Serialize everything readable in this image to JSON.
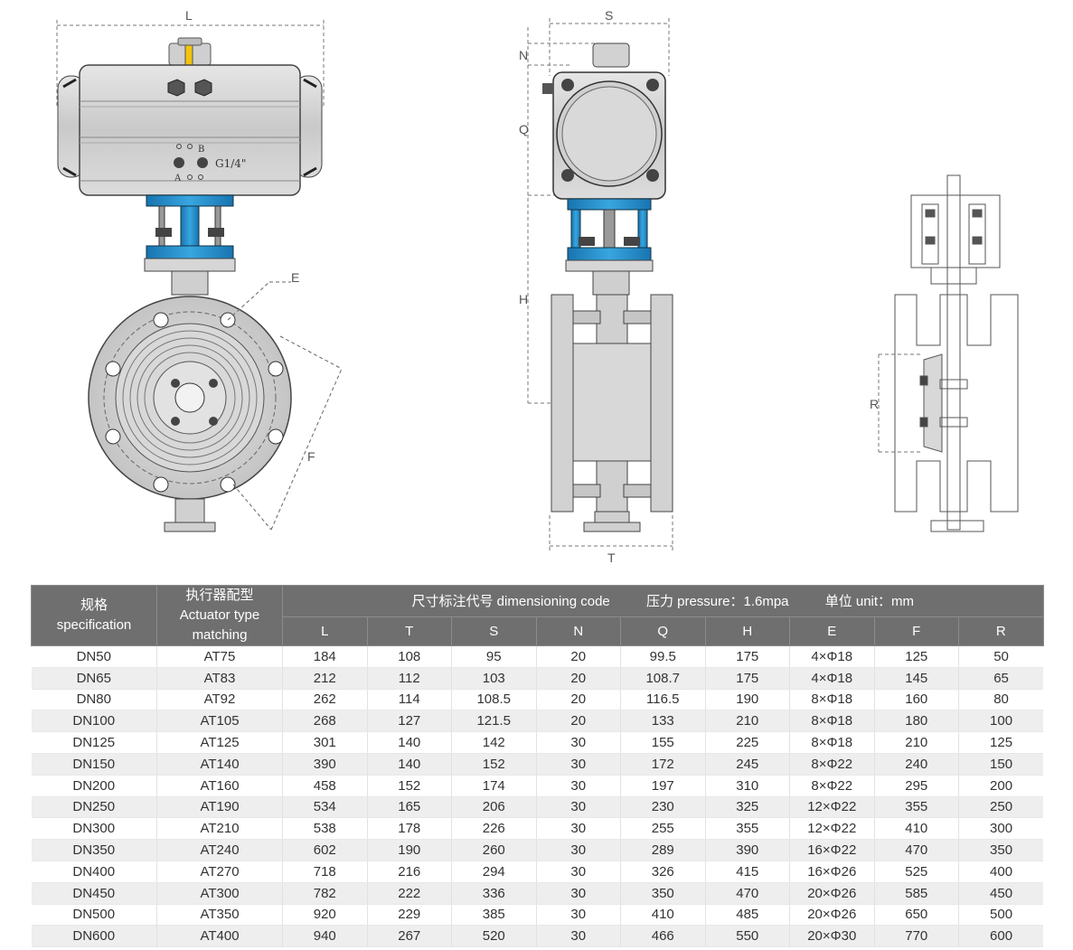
{
  "dim_labels": {
    "L": "L",
    "S": "S",
    "N": "N",
    "Q": "Q",
    "H": "H",
    "T": "T",
    "E": "E",
    "F": "F",
    "R": "R"
  },
  "actuator_label": {
    "port_a": "A",
    "port_b": "B",
    "thread": "G1/4\""
  },
  "colors": {
    "valve_body": "#d0d0d0",
    "mount_blue": "#1f8fd0",
    "table_header": "#6f6f6f",
    "row_alt": "#eeeeee"
  },
  "table": {
    "header": {
      "spec_cn": "规格",
      "spec_en": "specification",
      "actuator_cn": "执行器配型",
      "actuator_en": "Actuator type matching",
      "dim_code": "尺寸标注代号 dimensioning code",
      "pressure": "压力 pressure：1.6mpa",
      "unit": "单位 unit：mm"
    },
    "columns": [
      "L",
      "T",
      "S",
      "N",
      "Q",
      "H",
      "E",
      "F",
      "R"
    ],
    "rows": [
      [
        "DN50",
        "AT75",
        "184",
        "108",
        "95",
        "20",
        "99.5",
        "175",
        "4×Φ18",
        "125",
        "50"
      ],
      [
        "DN65",
        "AT83",
        "212",
        "112",
        "103",
        "20",
        "108.7",
        "175",
        "4×Φ18",
        "145",
        "65"
      ],
      [
        "DN80",
        "AT92",
        "262",
        "114",
        "108.5",
        "20",
        "116.5",
        "190",
        "8×Φ18",
        "160",
        "80"
      ],
      [
        "DN100",
        "AT105",
        "268",
        "127",
        "121.5",
        "20",
        "133",
        "210",
        "8×Φ18",
        "180",
        "100"
      ],
      [
        "DN125",
        "AT125",
        "301",
        "140",
        "142",
        "30",
        "155",
        "225",
        "8×Φ18",
        "210",
        "125"
      ],
      [
        "DN150",
        "AT140",
        "390",
        "140",
        "152",
        "30",
        "172",
        "245",
        "8×Φ22",
        "240",
        "150"
      ],
      [
        "DN200",
        "AT160",
        "458",
        "152",
        "174",
        "30",
        "197",
        "310",
        "8×Φ22",
        "295",
        "200"
      ],
      [
        "DN250",
        "AT190",
        "534",
        "165",
        "206",
        "30",
        "230",
        "325",
        "12×Φ22",
        "355",
        "250"
      ],
      [
        "DN300",
        "AT210",
        "538",
        "178",
        "226",
        "30",
        "255",
        "355",
        "12×Φ22",
        "410",
        "300"
      ],
      [
        "DN350",
        "AT240",
        "602",
        "190",
        "260",
        "30",
        "289",
        "390",
        "16×Φ22",
        "470",
        "350"
      ],
      [
        "DN400",
        "AT270",
        "718",
        "216",
        "294",
        "30",
        "326",
        "415",
        "16×Φ26",
        "525",
        "400"
      ],
      [
        "DN450",
        "AT300",
        "782",
        "222",
        "336",
        "30",
        "350",
        "470",
        "20×Φ26",
        "585",
        "450"
      ],
      [
        "DN500",
        "AT350",
        "920",
        "229",
        "385",
        "30",
        "410",
        "485",
        "20×Φ26",
        "650",
        "500"
      ],
      [
        "DN600",
        "AT400",
        "940",
        "267",
        "520",
        "30",
        "466",
        "550",
        "20×Φ30",
        "770",
        "600"
      ]
    ]
  }
}
